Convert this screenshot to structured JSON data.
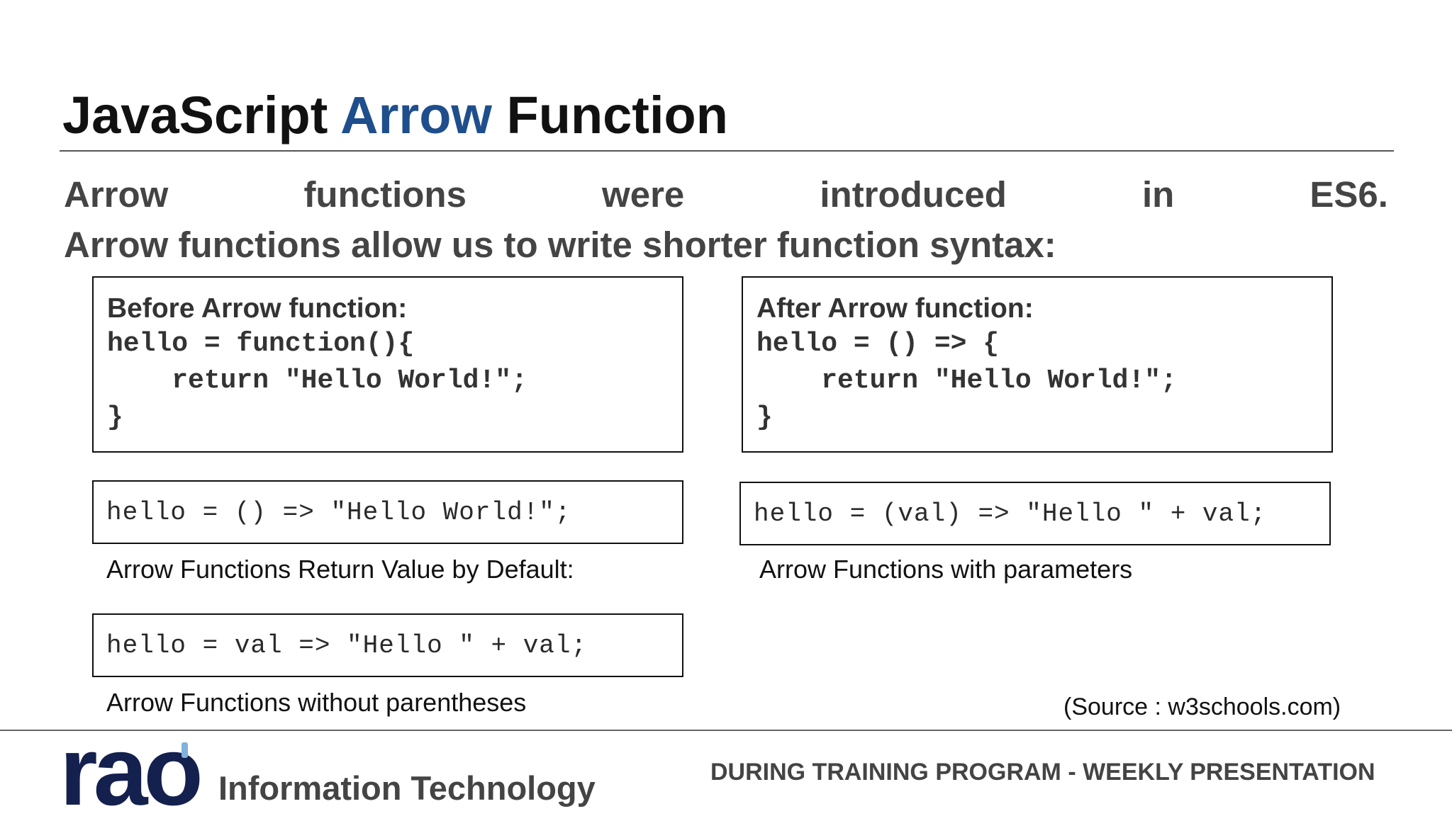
{
  "title": {
    "prefix": "JavaScript",
    "accent": "Arrow",
    "suffix": "Function",
    "accent_color": "#1f4e8c"
  },
  "intro": {
    "line1_words": [
      "Arrow",
      "functions",
      "were",
      "introduced",
      "in",
      "ES6."
    ],
    "line2": "Arrow functions allow us to write shorter function syntax:"
  },
  "before_box": {
    "heading": "Before Arrow function:",
    "code": [
      "hello = function(){",
      "    return \"Hello World!\";",
      "}"
    ]
  },
  "after_box": {
    "heading": "After Arrow function:",
    "code": [
      "hello = () => {",
      "    return \"Hello World!\";",
      "}"
    ]
  },
  "examples": [
    {
      "code": "hello = () => \"Hello World!\";",
      "caption": "Arrow Functions Return Value by Default:"
    },
    {
      "code": "hello = (val) => \"Hello \" + val;",
      "caption": "Arrow Functions with parameters"
    },
    {
      "code": "hello = val => \"Hello \" + val;",
      "caption": "Arrow Functions without parentheses"
    }
  ],
  "source": "(Source : w3schools.com)",
  "footer": {
    "logo_text": "rao",
    "logo_color": "#14204e",
    "logo_accent_color": "#7fb2dc",
    "company": "Information Technology",
    "program": "DURING TRAINING PROGRAM - WEEKLY PRESENTATION"
  }
}
